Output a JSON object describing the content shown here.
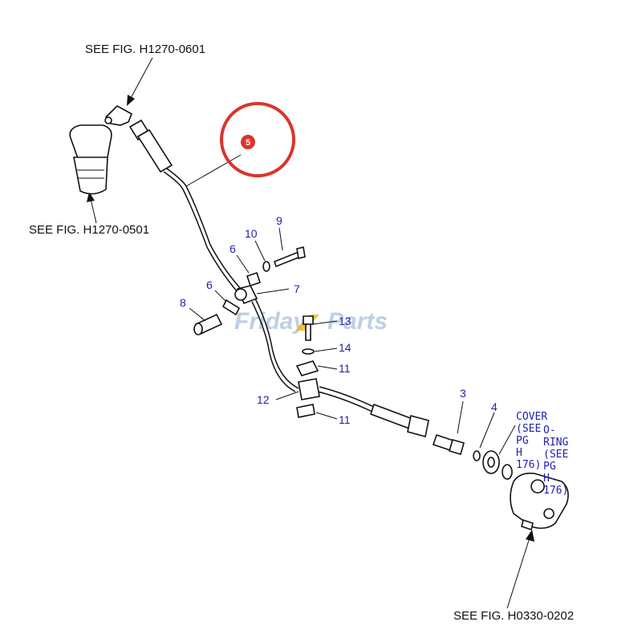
{
  "references": {
    "top": "SEE FIG. H1270-0601",
    "left": "SEE FIG. H1270-0501",
    "bottom": "SEE FIG. H0330-0202"
  },
  "callouts": {
    "c3": "3",
    "c4": "4",
    "c5": "5",
    "c6a": "6",
    "c6b": "6",
    "c7": "7",
    "c8": "8",
    "c9": "9",
    "c10": "10",
    "c11a": "11",
    "c11b": "11",
    "c12": "12",
    "c13": "13",
    "c14": "14"
  },
  "notes": {
    "cover": [
      "COVER",
      "(SEE",
      "PG",
      "H",
      "176)"
    ],
    "oring": [
      "O-",
      "RING",
      "(SEE",
      "PG",
      "H-",
      "176)"
    ]
  },
  "watermark": {
    "left": "Friday",
    "right": "Parts"
  },
  "colors": {
    "highlight_circle": "#d9352b",
    "callout_text": "#2020b0",
    "watermark": "#a9c0dc"
  }
}
